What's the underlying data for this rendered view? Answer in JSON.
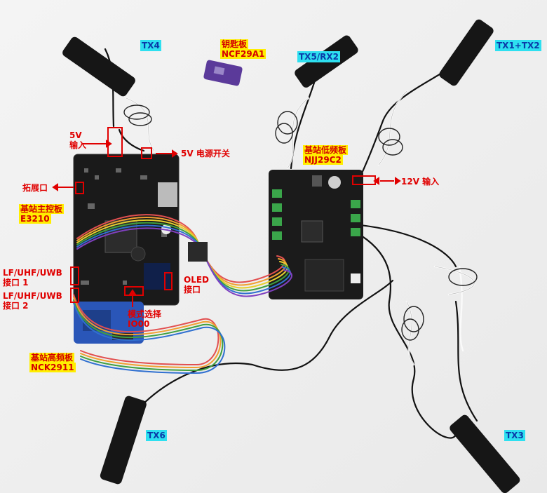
{
  "colors": {
    "background": "#ffffff",
    "highlight_cyan": "#2ee0f0",
    "highlight_yellow": "#ffee00",
    "annotation_red": "#e00000"
  },
  "antennas": {
    "tx4": "TX4",
    "tx5_rx2": "TX5/RX2",
    "tx1_tx2": "TX1+TX2",
    "tx6": "TX6",
    "tx3": "TX3"
  },
  "key_board": {
    "line1": "钥匙板",
    "line2": "NCF29A1"
  },
  "base_lf_board": {
    "line1": "基站低频板",
    "line2": "NJJ29C2"
  },
  "main_board": {
    "line1": "基站主控板",
    "line2": "E3210"
  },
  "hf_board": {
    "line1": "基站高频板",
    "line2": "NCK2911"
  },
  "annotations": {
    "input_5v_line1": "5V",
    "input_5v_line2": "输入",
    "power_switch_5v": "5V 电源开关",
    "expansion_port": "拓展口",
    "input_12v": "12V 输入",
    "lf_uhf_uwb_1_line1": "LF/UHF/UWB",
    "lf_uhf_uwb_1_line2": "接口 1",
    "lf_uhf_uwb_2_line1": "LF/UHF/UWB",
    "lf_uhf_uwb_2_line2": "接口 2",
    "oled_line1": "OLED",
    "oled_line2": "接口",
    "mode_select_line1": "模式选择",
    "mode_select_line2": "IO00"
  }
}
